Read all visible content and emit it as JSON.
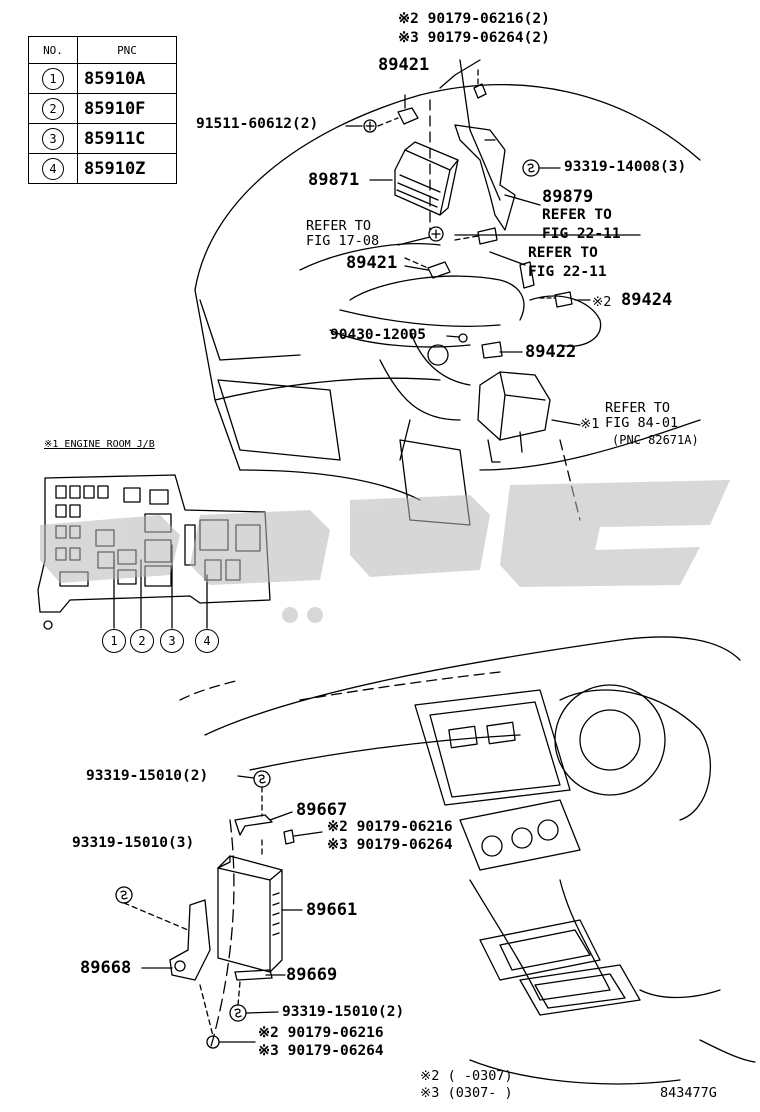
{
  "table": {
    "header_no": "NO.",
    "header_pnc": "PNC",
    "rows": [
      {
        "no": "1",
        "pnc": "85910A"
      },
      {
        "no": "2",
        "pnc": "85910F"
      },
      {
        "no": "3",
        "pnc": "85911C"
      },
      {
        "no": "4",
        "pnc": "85910Z"
      }
    ]
  },
  "labels": {
    "top_ref2": "※2 90179-06216(2)",
    "top_ref3": "※3 90179-06264(2)",
    "p89421_top": "89421",
    "p91511": "91511-60612(2)",
    "p93319_14008": "93319-14008(3)",
    "p89871": "89871",
    "p89879": "89879",
    "refer_fig2211_a_1": "REFER TO",
    "refer_fig2211_a_2": "FIG 22-11",
    "refer_fig1708_1": "REFER TO",
    "refer_fig1708_2": "FIG 17-08",
    "refer_fig2211_b_1": "REFER TO",
    "refer_fig2211_b_2": "FIG 22-11",
    "p89421_mid": "89421",
    "p89424_mark": "※2",
    "p89424": "89424",
    "p90430": "90430-12005",
    "p89422": "89422",
    "refer_fig8401_1": "REFER TO",
    "refer_fig8401_mark": "※1",
    "refer_fig8401_2": "FIG 84-01",
    "refer_fig8401_3": "(PNC 82671A)",
    "jb_title": "※1 ENGINE ROOM J/B",
    "p93319_15010_2a": "93319-15010(2)",
    "p89667": "89667",
    "p90179_06216_mid": "※2 90179-06216",
    "p93319_15010_3": "93319-15010(3)",
    "p90179_06264_mid": "※3 90179-06264",
    "p89661": "89661",
    "p89668": "89668",
    "p89669": "89669",
    "p93319_15010_2b": "93319-15010(2)",
    "p90179_06216_bot": "※2 90179-06216",
    "p90179_06264_bot": "※3 90179-06264",
    "note2": "※2 (      -0307)",
    "note3": "※3 (0307-      )",
    "fig_code": "843477G"
  },
  "callouts": [
    "1",
    "2",
    "3",
    "4"
  ],
  "colors": {
    "ink": "#000000",
    "watermark": "#b8b8b8"
  }
}
